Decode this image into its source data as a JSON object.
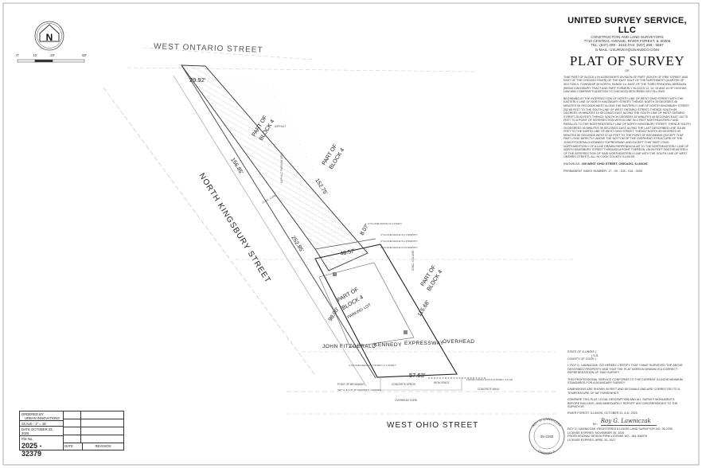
{
  "north_arrow": {
    "letter": "N",
    "scale_ticks": [
      "0'",
      "10'",
      "20'",
      "50'"
    ]
  },
  "streets": {
    "ontario": "WEST  ONTARIO  STREET",
    "kingsbury": "NORTH   KINGSBURY   STREET",
    "ohio": "WEST  OHIO  STREET",
    "expressway": [
      "JOHN  FITZGERALD",
      "KENNEDY",
      "EXPRESSWAY",
      "OVERHEAD"
    ]
  },
  "parcels": {
    "block_upper_left": [
      "PART OF",
      "BLOCK 4"
    ],
    "block_upper_right": [
      "PART OF",
      "BLOCK 4"
    ],
    "block_lower_center": [
      "PART OF",
      "BLOCK 4",
      "PARKING LOT"
    ],
    "block_lower_right": [
      "PART OF",
      "BLOCK 4"
    ]
  },
  "dimensions": {
    "top": "29.92'",
    "left_upper": "156.85'",
    "right_upper": "152.75'",
    "left_mid": "252.85'",
    "small_mid": "8.07'",
    "short_top": "48.57'",
    "left_lower": "98.00'",
    "right_lower": "115.68'",
    "bottom": "57.63'"
  },
  "notes": {
    "cyclone_top": "CYCLONE FENCE IS 0.4'SWLY",
    "cyclone_a": "CYCLONE FENCE IS 1.6'WESTLY",
    "cyclone_b": "CYCLONE FENCE IS 1.8'WESTLY",
    "cyclone_c": "CYCLONE FENCE IS 0.6'WESTLY",
    "cyclone_bottom": "CYCLONE FENCE IS 1.8'SWLY & 1.6'NWLY",
    "point_beginning": "POINT OF BEGINNING",
    "set_cut": "SET 'X' & CUT AT PROPERTY CORNER",
    "concrete_apron": "CONCRETE APRON",
    "overhead_curb": "OVERHEAD CURB",
    "iron_fence": "IRON FENCE",
    "found_cross": "FOUND CROSS NOTCH 0.8'NWLY & 0.3'E",
    "conc_walk": "CONCRETE WALK",
    "conc_curb": "CONC. CURB",
    "asphalt": "ASPHALT",
    "parking_area": "ASPHALT PARKING AREA",
    "conc_column": "CONC. COLUMN"
  },
  "company": {
    "name": "UNITED SURVEY SERVICE, LLC",
    "line1": "CONSTRUCTION AND LAND SURVEYORS",
    "line2": "7710 CENTRAL AVENUE, RIVER FOREST, IL 60305",
    "line3": "TEL: (847) 299 - 1010    FAX: (847) 299 - 5887",
    "line4": "E-MAIL: USURVEY@USANDCO.COM"
  },
  "plat_title": "PLAT OF SURVEY",
  "plat_of": "OF",
  "legal_1": "THAT PART OF BLOCK 4 IN ASSESSOR'S DIVISION OF PART (SOUTH OF ERIE STREET AND EAST OF THE CHICAGO RIVER) OF THE EAST HALF OF THE NORTHWEST QUARTER OF SECTION 9, TOWNSHIP 39 NORTH, RANGE 14, EAST OF THE THIRD PRINCIPAL MERIDIAN (BEING KINGSBURY TRACT AND PART FORMERLY BLOCKS 13, 14, 15 AND 16 OF HIGGINS, LAW AND COMPANY'S ADDITION TO CHICAGO) DESCRIBED AS FOLLOWS:",
  "legal_2": "BEGINNING AT THE INTERSECTION OF NORTH LINE OF WEST OHIO STREET WITH THE EASTERLY LINE OF NORTH KINGSBURY STREET; THENCE NORTH 29 DEGREES 46 MINUTES 05 SECONDS WEST ALONG THE EASTERLY LINE OF NORTH KINGSBURY STREET 252.85 FEET TO THE SOUTH LINE OF WEST ONTARIO STREET; THENCE SOUTH 89 DEGREES 49 MINUTES 10 SECONDS EAST ALONG THE SOUTH LINE OF WEST ONTARIO STREET 29.92 FEET; THENCE SOUTH 30 DEGREES 52 MINUTES 45 SECONDS EAST 152.75 FEET TO A POINT OF INTERSECTION WITH A LINE 30.0 FEET NORTHEASTERLY AND PARALLEL TO THE NORTHEASTERLY LINE OF NORTH KINGSBURY STREET; THENCE SOUTH 29 DEGREES 46 MINUTES 05 SECONDS EAST ALONG THE LAST DESCRIBED LINE 115.68 FEET TO THE NORTH LINE OF WEST OHIO STREET; THENCE NORTH 89 DEGREES 59 MINUTES 50 SECONDS WEST 57.63 FEET TO THE POINT OF BEGINNING (EXCEPT THAT PART LYING DIRECTLY ABOVE THE BOTTOM OF THE OVERHEAD STRUCTURE OF THE JOHN FITZGERALD KENNEDY EXPRESSWAY AND EXCEPT THAT PART LYING NORTHWESTERLY OF A LINE DRAWN PERPENDICULAR TO THE NORTHEASTERLY LINE OF NORTH KINGSBURY STREET THROUGH A POINT THEREON 136.89 FEET SOUTHEASTERLY OF THE INTERSECTION OF SAID NORTHEASTERLY LINE WITH THE SOUTH LINE OF WEST ONTARIO STREET), ALL IN COOK COUNTY, ILLINOIS.",
  "known_as_label": "KNOWN AS:",
  "known_as": "430 WEST OHIO STREET, CHICAGO, ILLINOIS",
  "pin_label": "PERMANENT INDEX NUMBER:",
  "pin": "17 - 09 - 128 - 016 - 0000",
  "cert": {
    "state": "STATE OF ILLINOIS  )",
    "ss": ") S.S.",
    "county": "COUNTY OF COOK    )",
    "statement": "I, ROY G. LAWNICZAK, DO HEREBY CERTIFY THAT I HAVE SURVEYED THE ABOVE DESCRIBED PROPERTY AND THAT THE PLAT HEREON DRAWN IS A CORRECT REPRESENTATION OF SAID SURVEY.",
    "conforms": "THIS PROFESSIONAL SERVICE CONFORMS TO THE CURRENT ILLINOIS MINIMUM STANDARDS FOR A BOUNDARY SURVEY.",
    "dimensions": "DIMENSIONS ARE SHOWN IN FEET AND DECIMALS AND ARE CORRECTED TO A TEMPERATURE OF 68° FAHRENHEIT.",
    "compare": "COMPARE THIS PLAT, LEGAL DESCRIPTION AND ALL SURVEY MONUMENTS BEFORE BUILDING, AND IMMEDIATELY REPORT ANY DISCREPANCIES TO THE SURVEYOR.",
    "date_place": "RIVER FOREST, ILLINOIS,  OCTOBER 31, A.D. 2025",
    "by": "BY:",
    "signature": "Roy G. Lawniczak",
    "surveyor": "ROY G. LAWNICZAK, REGISTERED ILLINOIS LAND SURVEYOR NO. 35-2290",
    "license_exp": "LICENSE EXPIRES: NOVEMBER 30, 2026",
    "prof_design": "PROFESSIONAL DESIGN FIRM LICENSE NO.: 184-006976",
    "prof_exp": "LICENSE EXPIRES: APRIL 30, 2027"
  },
  "seal": {
    "top": "ROY G. LAWNICZAK",
    "bottom": "CHICAGO, IL",
    "center": "35-2290"
  },
  "revision_box": {
    "ordered_by_label": "ORDERED BY:",
    "ordered_by": "URBAN INNOVATIONS",
    "scale_label": "SCALE :",
    "scale": "1\" = 15'",
    "date_label": "DATE",
    "date": "OCTOBER 23, 2025",
    "file_label": "File No.:",
    "file_no": "2025 - 32379",
    "col_date": "DATE",
    "col_revision": "REVISION"
  }
}
